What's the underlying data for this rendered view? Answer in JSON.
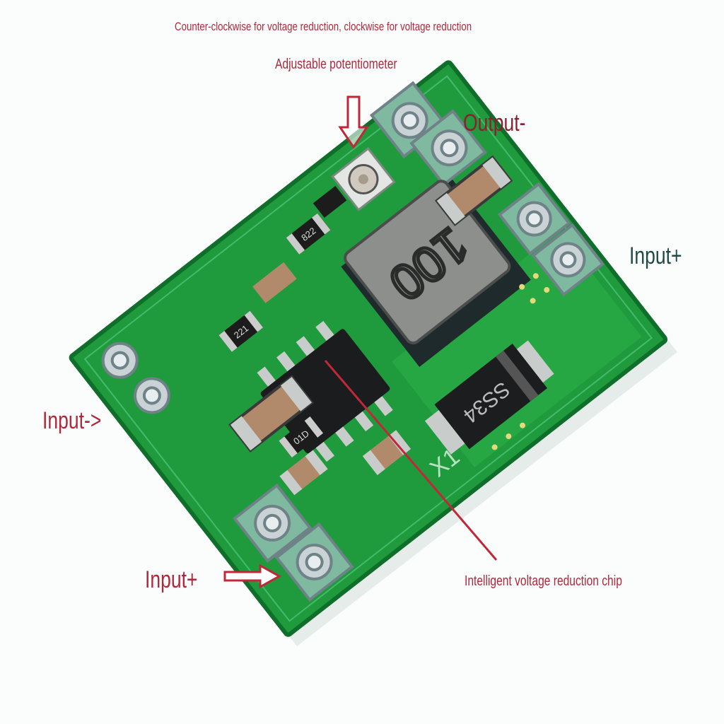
{
  "annotations": {
    "rotation_note": "Counter-clockwise for voltage reduction, clockwise for voltage reduction",
    "potentiometer": "Adjustable potentiometer",
    "output_minus": "Output-",
    "input_plus_right": "Input+",
    "input_minus": "Input->",
    "input_plus_bottom": "Input+",
    "chip": "Intelligent voltage reduction chip"
  },
  "component_markings": {
    "inductor": "100",
    "diode": "SS34",
    "resistor_1": "221",
    "resistor_2": "822",
    "resistor_3": "01D",
    "silkscreen": "X1"
  },
  "colors": {
    "label_red": "#b0283a",
    "pcb_green": "#1f9a3c",
    "label_teal": "#1f4a45"
  }
}
